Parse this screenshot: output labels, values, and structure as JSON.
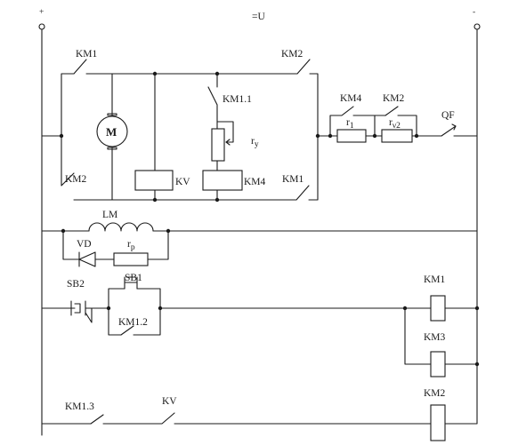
{
  "supply": {
    "voltage": "=U",
    "plus": "+",
    "minus": "-"
  },
  "labels": {
    "km1_top": "KM1",
    "km2_top": "KM2",
    "km1_1": "KM1.1",
    "r_y": "r",
    "r_y_sub": "y",
    "km4_res": "KM4",
    "km2_res": "KM2",
    "r_1": "r",
    "r_1_sub": "1",
    "r_2": "r",
    "r_2_sub": "ν2",
    "qf": "QF",
    "motor": "M",
    "km2_low": "KM2",
    "kv_coil": "KV",
    "km4_coil": "KM4",
    "km1_low": "KM1",
    "lm": "LM",
    "vd": "VD",
    "r_p": "r",
    "r_p_sub": "p",
    "sb2": "SB2",
    "sb1": "SB1",
    "km1_2": "KM1.2",
    "km1_coil": "KM1",
    "km3_coil": "KM3",
    "km2_coil": "KM2",
    "km1_3": "KM1.3",
    "kv_contact": "KV"
  }
}
